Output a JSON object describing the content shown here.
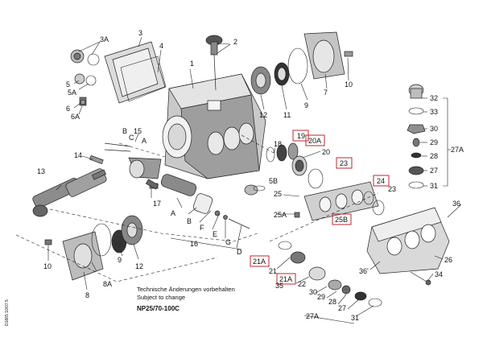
{
  "labels": {
    "l1": "1",
    "l2": "2",
    "l3": "3",
    "l3A": "3A",
    "l4": "4",
    "l5": "5",
    "l5A": "5A",
    "l6": "6",
    "l6A": "6A",
    "l7": "7",
    "l8": "8",
    "l8A": "8A",
    "l9a": "9",
    "l9b": "9",
    "l10a": "10",
    "l10b": "10",
    "l11": "11",
    "l12a": "12",
    "l12b": "12",
    "l13": "13",
    "l14": "14",
    "l15": "15",
    "l16": "16",
    "l17": "17",
    "l18": "18",
    "l19": "19",
    "l20": "20",
    "l20A": "20A",
    "l21": "21",
    "l21A1": "21A",
    "l21A2": "21A",
    "l22": "22",
    "l23a": "23",
    "l23b": "23",
    "l24": "24",
    "l25": "25",
    "l25A": "25A",
    "l25B": "25B",
    "l26": "26",
    "l27a": "27",
    "l27b": "27",
    "l27A1": "27A",
    "l27A2": "27A",
    "l28a": "28",
    "l28b": "28",
    "l29a": "29",
    "l29b": "29",
    "l30a": "30",
    "l30b": "30",
    "l31a": "31",
    "l31b": "31",
    "l32": "32",
    "l33": "33",
    "l34": "34",
    "l35": "35",
    "l36a": "36",
    "l36b": "36'",
    "l5B": "5B",
    "lA1": "A",
    "lA2": "A",
    "lB1": "B",
    "lB2": "B",
    "lC1": "C",
    "lD": "D",
    "lE": "E",
    "lF": "F",
    "lG": "G"
  },
  "notes": {
    "line1": "Technische Änderungen vorbehalten",
    "line2": "Subject to change",
    "model": "NP25/70-100C",
    "side_code": "D1865 10/07.5"
  }
}
